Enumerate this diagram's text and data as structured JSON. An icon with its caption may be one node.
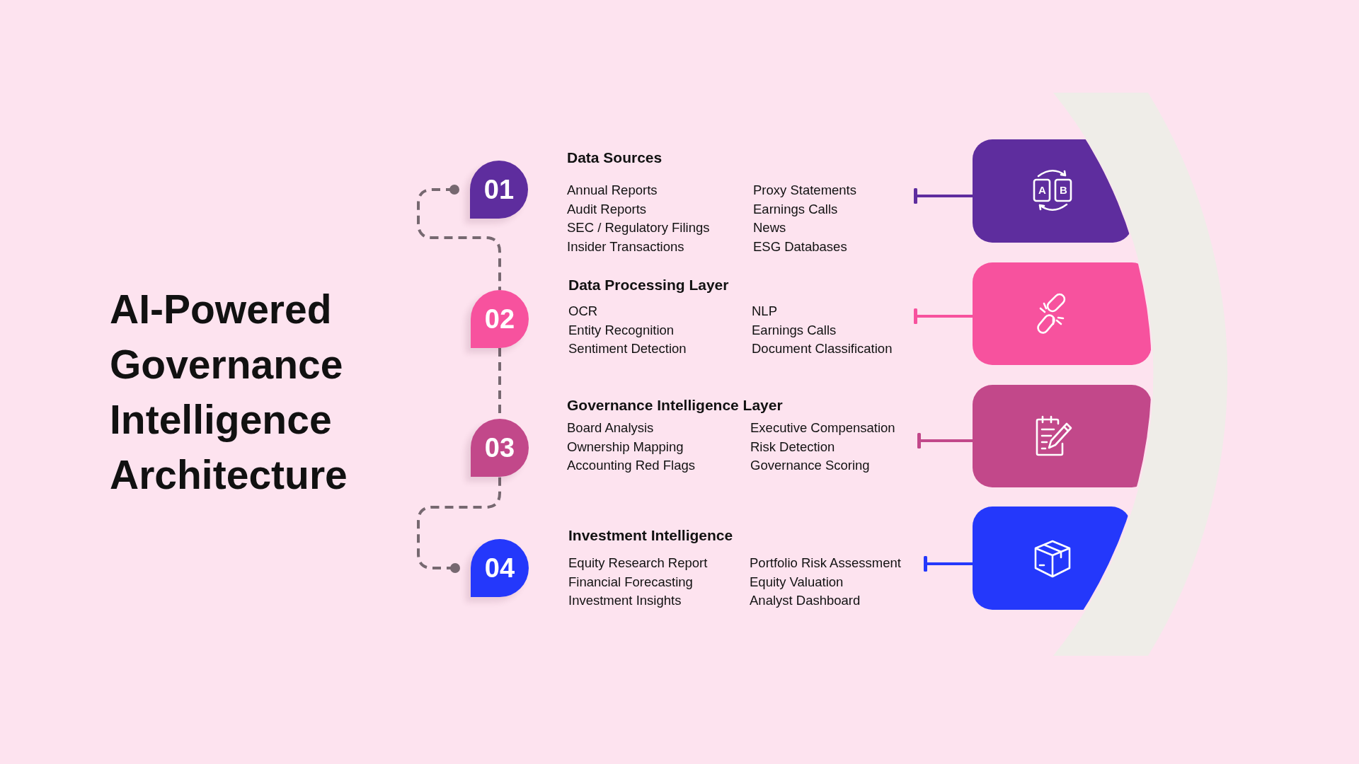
{
  "diagram": {
    "title": "AI-Powered Governance Intelligence Architecture",
    "nodes": [
      {
        "text": [
          "01"
        ]
      },
      {
        "text": [
          "02"
        ]
      },
      {
        "text": [
          "03"
        ]
      },
      {
        "text": [
          "04"
        ]
      },
      {
        "text": [
          "Data Sources",
          "Annual Reports",
          "Proxy Statements",
          "Audit Reports",
          "Earnings Calls",
          "SEC / Regulatory Filings",
          "News",
          "Insider Transactions",
          "ESG Databases"
        ]
      },
      {
        "text": [
          "Data Processing Layer",
          "OCR",
          "NLP",
          "Entity Recognition",
          "Earnings Calls",
          "Sentiment Detection",
          "Document Classification"
        ]
      },
      {
        "text": [
          "Governance Intelligence Layer",
          "Board Analysis",
          "Executive Compensation",
          "Ownership Mapping",
          "Risk Detection",
          "Accounting Red Flags",
          "Governance Scoring"
        ]
      },
      {
        "text": [
          "Investment Intelligence",
          "Equity Research Report",
          "Portfolio Risk Assessment",
          "Financial Forecasting",
          "Equity Valuation",
          "Investment Insights",
          "Analyst Dashboard"
        ]
      },
      {
        "text": [],
        "shape": "box"
      },
      {
        "text": [],
        "shape": "box"
      },
      {
        "text": [],
        "shape": "box"
      },
      {
        "text": [],
        "shape": "box"
      }
    ],
    "edges": [
      {
        "from": 0,
        "to": 1,
        "arrow": "other",
        "style": "dashed",
        "color": "#766870"
      },
      {
        "from": 1,
        "to": 2,
        "arrow": "none",
        "style": "dashed",
        "color": "#766870"
      },
      {
        "from": 3,
        "to": 2,
        "arrow": "other",
        "style": "dashed",
        "color": "#766870"
      },
      {
        "from": 4,
        "to": 8,
        "arrow": "other",
        "color": "#5e2d9e"
      },
      {
        "from": 5,
        "to": 9,
        "arrow": "other",
        "color": "#f7529e"
      },
      {
        "from": 6,
        "to": 10,
        "arrow": "other",
        "color": "#c2488a"
      },
      {
        "from": 7,
        "to": 11,
        "arrow": "other",
        "color": "#2438fb"
      }
    ],
    "labels": [
      "A",
      "B"
    ]
  }
}
